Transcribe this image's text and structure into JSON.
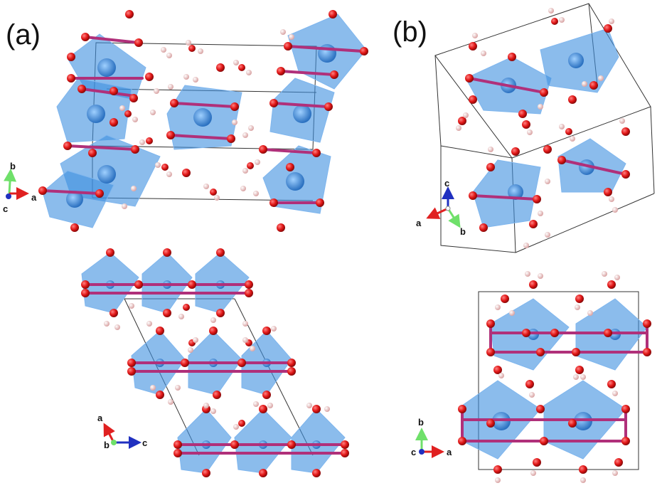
{
  "panels": {
    "a": {
      "label": "(a)"
    },
    "b": {
      "label": "(b)"
    }
  },
  "axes": {
    "a_top": {
      "b": "b",
      "c": "c",
      "a": "a"
    },
    "a_bottom": {
      "a": "a",
      "b": "b",
      "c": "c"
    },
    "b_top": {
      "c": "c",
      "a": "a",
      "b": "b"
    },
    "b_bottom": {
      "b": "b",
      "c": "c",
      "a": "a"
    }
  },
  "colors": {
    "octahedron": "#3d8fe0",
    "oxygen": "#e01515",
    "hydrogen": "#f2c4c4",
    "bond": "#b0307a",
    "axis_a": "#e02020",
    "axis_b": "#6fe06a",
    "axis_c": "#2030c0"
  }
}
